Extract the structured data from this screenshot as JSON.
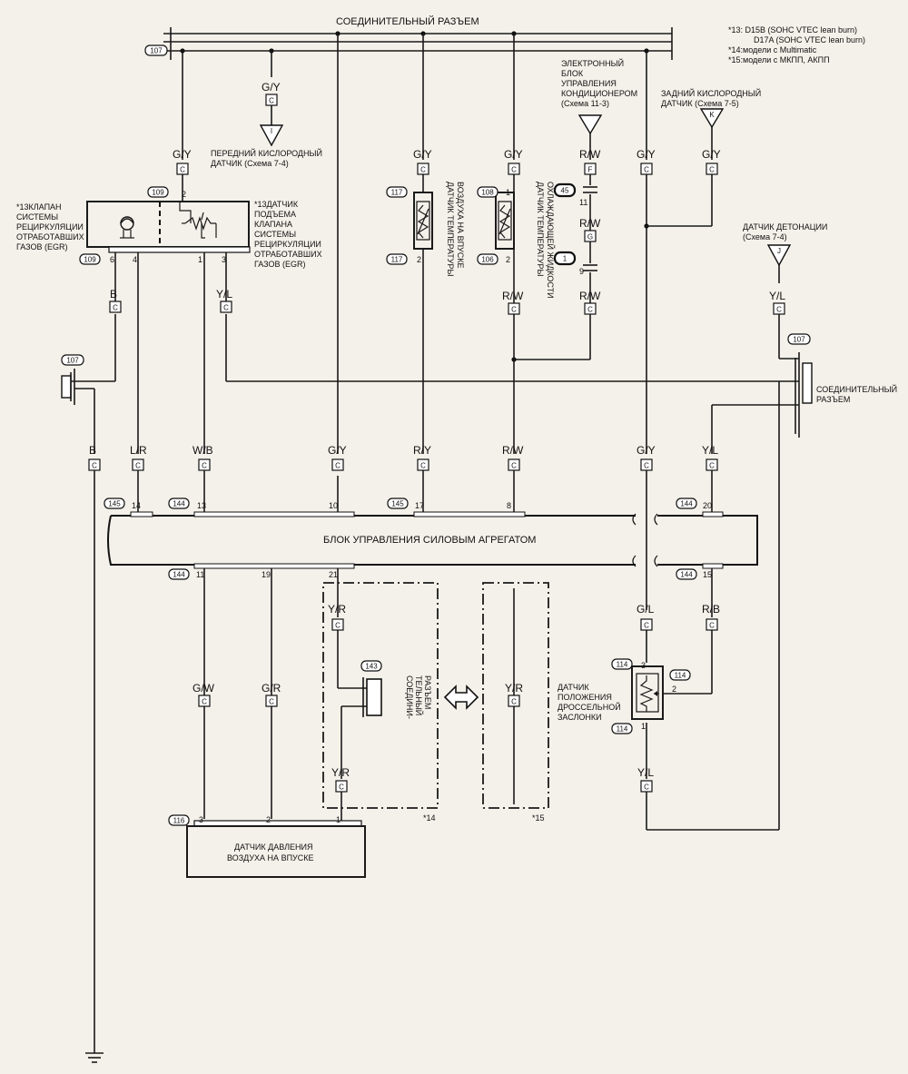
{
  "header": {
    "top_connector": "СОЕДИНИТЕЛЬНЫЙ РАЗЪЕМ",
    "notes": [
      "*13: D15B (SOHC VTEC lean burn)",
      "D17A (SOHC VTEC lean burn)",
      "*14:модели с Multimatic",
      "*15:модели с МКПП, АКПП"
    ]
  },
  "components": {
    "front_o2": [
      "ПЕРЕДНИЙ КИСЛОРОДНЫЙ",
      "ДАТЧИК (Схема 7-4)"
    ],
    "ac_unit": [
      "ЭЛЕКТРОННЫЙ",
      "БЛОК",
      "УПРАВЛЕНИЯ",
      "КОНДИЦИОНЕРОМ",
      "(Схема 11-3)"
    ],
    "rear_o2": [
      "ЗАДНИЙ КИСЛОРОДНЫЙ",
      "ДАТЧИК (Схема 7-5)"
    ],
    "egr_valve": [
      "*13КЛАПАН",
      "СИСТЕМЫ",
      "РЕЦИРКУЛЯЦИИ",
      "ОТРАБОТАВШИХ",
      "ГАЗОВ (EGR)"
    ],
    "egr_lift": [
      "*13ДАТЧИК",
      "ПОДЪЕМА",
      "КЛАПАНА",
      "СИСТЕМЫ",
      "РЕЦИРКУЛЯЦИИ",
      "ОТРАБОТАВШИХ",
      "ГАЗОВ (EGR)"
    ],
    "iat": [
      "ДАТЧИК ТЕМПЕРАТУРЫ",
      "ВОЗДУХА НА ВПУСКЕ"
    ],
    "ect": [
      "ДАТЧИК ТЕМПЕРАТУРЫ",
      "ОХЛАЖДАЮЩЕЙ ЖИДКОСТИ"
    ],
    "knock": [
      "ДАТЧИК ДЕТОНАЦИИ",
      "(Схема 7-4)"
    ],
    "side_connector": [
      "СОЕДИНИТЕЛЬНЫЙ",
      "РАЗЪЕМ"
    ],
    "pcm": "БЛОК УПРАВЛЕНИЯ СИЛОВЫМ АГРЕГАТОМ",
    "small_connector": [
      "СОЕДИНИ-",
      "ТЕЛЬНЫЙ",
      "РАЗЪЕМ"
    ],
    "tps": [
      "ДАТЧИК",
      "ПОЛОЖЕНИЯ",
      "ДРОССЕЛЬНОЙ",
      "ЗАСЛОНКИ"
    ],
    "map": [
      "ДАТЧИК ДАВЛЕНИЯ",
      "ВОЗДУХА НА ВПУСКЕ"
    ]
  },
  "refs": {
    "r107": "107",
    "r109": "109",
    "r117": "117",
    "r108": "108",
    "r106": "106",
    "r145": "145",
    "r144": "144",
    "r143": "143",
    "r114": "114",
    "r116": "116",
    "r45": "45",
    "r1": "1"
  },
  "triangles": {
    "i": "I",
    "k": "K",
    "j": "J"
  },
  "letters": {
    "c": "C",
    "f": "F",
    "g": "G"
  },
  "wires": {
    "gy": "G/Y",
    "b": "B",
    "yl": "Y/L",
    "lr": "L/R",
    "wb": "W/B",
    "ry": "R/Y",
    "rw": "R/W",
    "gl": "G/L",
    "rb": "R/B",
    "yr": "Y/R",
    "gw": "G/W",
    "gr": "G/R"
  },
  "pins": {
    "p1": "1",
    "p2": "2",
    "p3": "3",
    "p4": "4",
    "p6": "6",
    "p8": "8",
    "p9": "9",
    "p10": "10",
    "p11": "11",
    "p13": "13",
    "p14": "14",
    "p15": "15",
    "p17": "17",
    "p19": "19",
    "p20": "20",
    "p21": "21"
  },
  "variants": {
    "v14": "*14",
    "v15": "*15"
  }
}
